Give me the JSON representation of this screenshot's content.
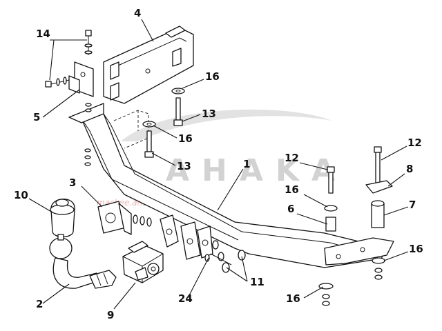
{
  "watermark": {
    "brand": "AHAKA",
    "site": "mackee.ahaka.net"
  },
  "callouts": [
    "1",
    "2",
    "3",
    "4",
    "5",
    "6",
    "7",
    "8",
    "9",
    "10",
    "11",
    "12",
    "13",
    "14",
    "16",
    "24"
  ],
  "labels": {
    "l1": "1",
    "l2": "2",
    "l3": "3",
    "l4": "4",
    "l5": "5",
    "l6": "6",
    "l7": "7",
    "l8": "8",
    "l9": "9",
    "l10": "10",
    "l11": "11",
    "l12a": "12",
    "l12b": "12",
    "l13a": "13",
    "l13b": "13",
    "l14": "14",
    "l16a": "16",
    "l16b": "16",
    "l16c": "16",
    "l16d": "16",
    "l16e": "16",
    "l24": "24"
  }
}
